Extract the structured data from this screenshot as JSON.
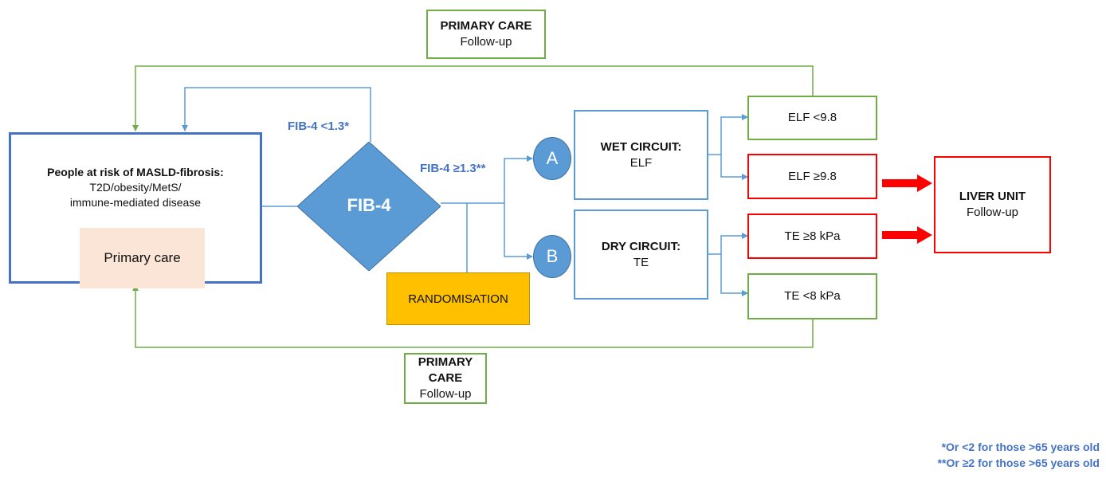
{
  "diagram": {
    "population_box": {
      "title": "People at risk of MASLD-fibrosis:",
      "line2": "T2D/obesity/MetS/",
      "line3": "immune-mediated disease",
      "setting": "Primary care"
    },
    "decision": {
      "label": "FIB-4",
      "low_branch": "FIB-4 <1.3*",
      "high_branch": "FIB-4 ≥1.3**"
    },
    "randomisation": "RANDOMISATION",
    "arms": [
      {
        "marker": "A",
        "title": "WET CIRCUIT:",
        "test": "ELF"
      },
      {
        "marker": "B",
        "title": "DRY CIRCUIT:",
        "test": "TE"
      }
    ],
    "outcomes": [
      {
        "label": "ELF <9.8",
        "status": "low-risk",
        "color": "#70ad47"
      },
      {
        "label": "ELF ≥9.8",
        "status": "high-risk",
        "color": "#ff0000"
      },
      {
        "label": "TE ≥8 kPa",
        "status": "high-risk",
        "color": "#ff0000"
      },
      {
        "label": "TE <8 kPa",
        "status": "low-risk",
        "color": "#70ad47"
      }
    ],
    "primary_care_followup_top": {
      "title": "PRIMARY CARE",
      "subtitle": "Follow-up"
    },
    "primary_care_followup_bottom": {
      "title": "PRIMARY CARE",
      "subtitle": "Follow-up"
    },
    "liver_unit": {
      "title": "LIVER UNIT",
      "subtitle": "Follow-up"
    },
    "footnotes": [
      "*Or <2 for those >65 years old",
      "**Or ≥2 for those >65 years old"
    ],
    "colors": {
      "flow_blue": "#5b9bd5",
      "population_border": "#4472c4",
      "followup_green": "#70ad47",
      "high_risk_red": "#ff0000",
      "randomisation_fill": "#ffc000",
      "primary_care_fill": "#fbe5d6"
    }
  }
}
